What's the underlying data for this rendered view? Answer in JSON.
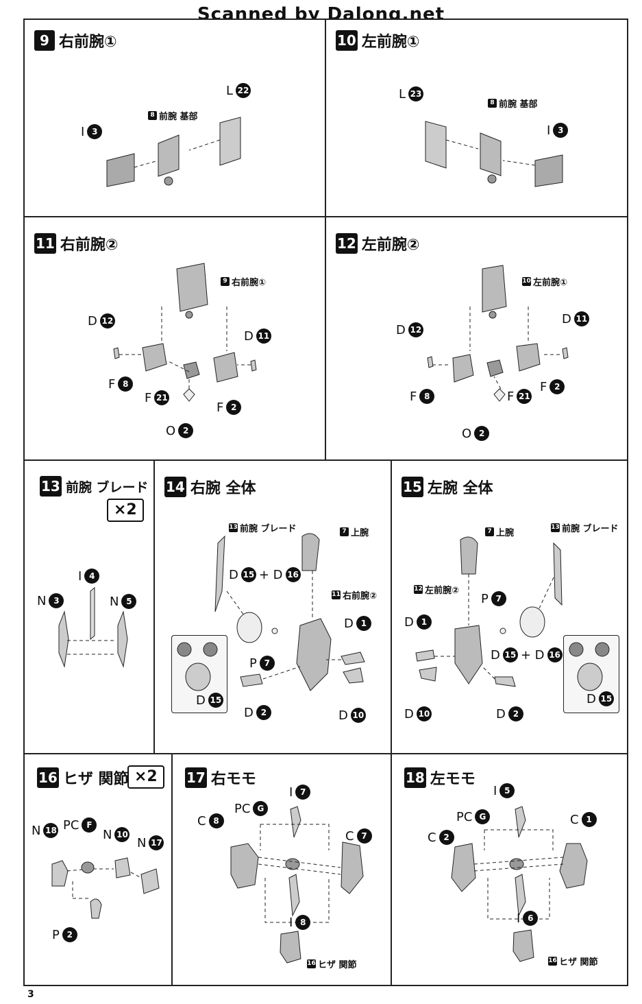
{
  "watermark": "Scanned by Dalong.net",
  "page_number": "3",
  "steps": [
    {
      "num": "9",
      "title": "右前腕①",
      "parts": {
        "a": "I",
        "an": "3",
        "b": "L",
        "bn": "22"
      },
      "ref": {
        "n": "8",
        "t": "前腕 基部"
      }
    },
    {
      "num": "10",
      "title": "左前腕①",
      "parts": {
        "a": "L",
        "an": "23",
        "b": "I",
        "bn": "3"
      },
      "ref": {
        "n": "8",
        "t": "前腕 基部"
      }
    },
    {
      "num": "11",
      "title": "右前腕②",
      "ref": {
        "n": "9",
        "t": "右前腕①"
      },
      "parts": {
        "d1": "D",
        "d1n": "12",
        "d2": "D",
        "d2n": "11",
        "f1": "F",
        "f1n": "8",
        "f2": "F",
        "f2n": "21",
        "f3": "F",
        "f3n": "2",
        "o": "O",
        "on": "2"
      }
    },
    {
      "num": "12",
      "title": "左前腕②",
      "ref": {
        "n": "10",
        "t": "左前腕①"
      },
      "parts": {
        "d1": "D",
        "d1n": "12",
        "d2": "D",
        "d2n": "11",
        "f1": "F",
        "f1n": "8",
        "f2": "F",
        "f2n": "21",
        "f3": "F",
        "f3n": "2",
        "o": "O",
        "on": "2"
      }
    },
    {
      "num": "13",
      "title": "前腕 ブレード",
      "mult": "×2",
      "parts": {
        "i": "I",
        "in": "4",
        "n1": "N",
        "n1n": "3",
        "n2": "N",
        "n2n": "5"
      }
    },
    {
      "num": "14",
      "title": "右腕 全体",
      "ref1": {
        "n": "13",
        "t": "前腕 ブレード"
      },
      "ref2": {
        "n": "7",
        "t": "上腕"
      },
      "ref3": {
        "n": "11",
        "t": "右前腕②"
      },
      "parts": {
        "combo": "D",
        "combon1": "15",
        "plus": "+ D",
        "combon2": "16",
        "d1": "D",
        "d1n": "1",
        "p": "P",
        "pn": "7",
        "d2": "D",
        "d2n": "2",
        "d3": "D",
        "d3n": "10",
        "d4": "D",
        "d4n": "15"
      }
    },
    {
      "num": "15",
      "title": "左腕 全体",
      "ref1": {
        "n": "7",
        "t": "上腕"
      },
      "ref2": {
        "n": "13",
        "t": "前腕 ブレード"
      },
      "ref3": {
        "n": "12",
        "t": "左前腕②"
      },
      "parts": {
        "combo": "D",
        "combon1": "15",
        "plus": "+ D",
        "combon2": "16",
        "d1": "D",
        "d1n": "1",
        "p": "P",
        "pn": "7",
        "d2": "D",
        "d2n": "2",
        "d3": "D",
        "d3n": "10",
        "d4": "D",
        "d4n": "15"
      }
    },
    {
      "num": "16",
      "title": "ヒザ 関節",
      "mult": "×2",
      "parts": {
        "n1": "N",
        "n1n": "18",
        "pc": "PC",
        "pcn": "F",
        "n2": "N",
        "n2n": "10",
        "n3": "N",
        "n3n": "17",
        "p": "P",
        "pn": "2"
      }
    },
    {
      "num": "17",
      "title": "右モモ",
      "ref": {
        "n": "16",
        "t": "ヒザ 関節"
      },
      "parts": {
        "c1": "C",
        "c1n": "8",
        "pc": "PC",
        "pcn": "G",
        "i1": "I",
        "i1n": "7",
        "c2": "C",
        "c2n": "7",
        "i2": "I",
        "i2n": "8"
      }
    },
    {
      "num": "18",
      "title": "左モモ",
      "ref": {
        "n": "16",
        "t": "ヒザ 関節"
      },
      "parts": {
        "c1": "C",
        "c1n": "2",
        "pc": "PC",
        "pcn": "G",
        "i1": "I",
        "i1n": "5",
        "c2": "C",
        "c2n": "1",
        "i2": "I",
        "i2n": "6"
      }
    }
  ]
}
